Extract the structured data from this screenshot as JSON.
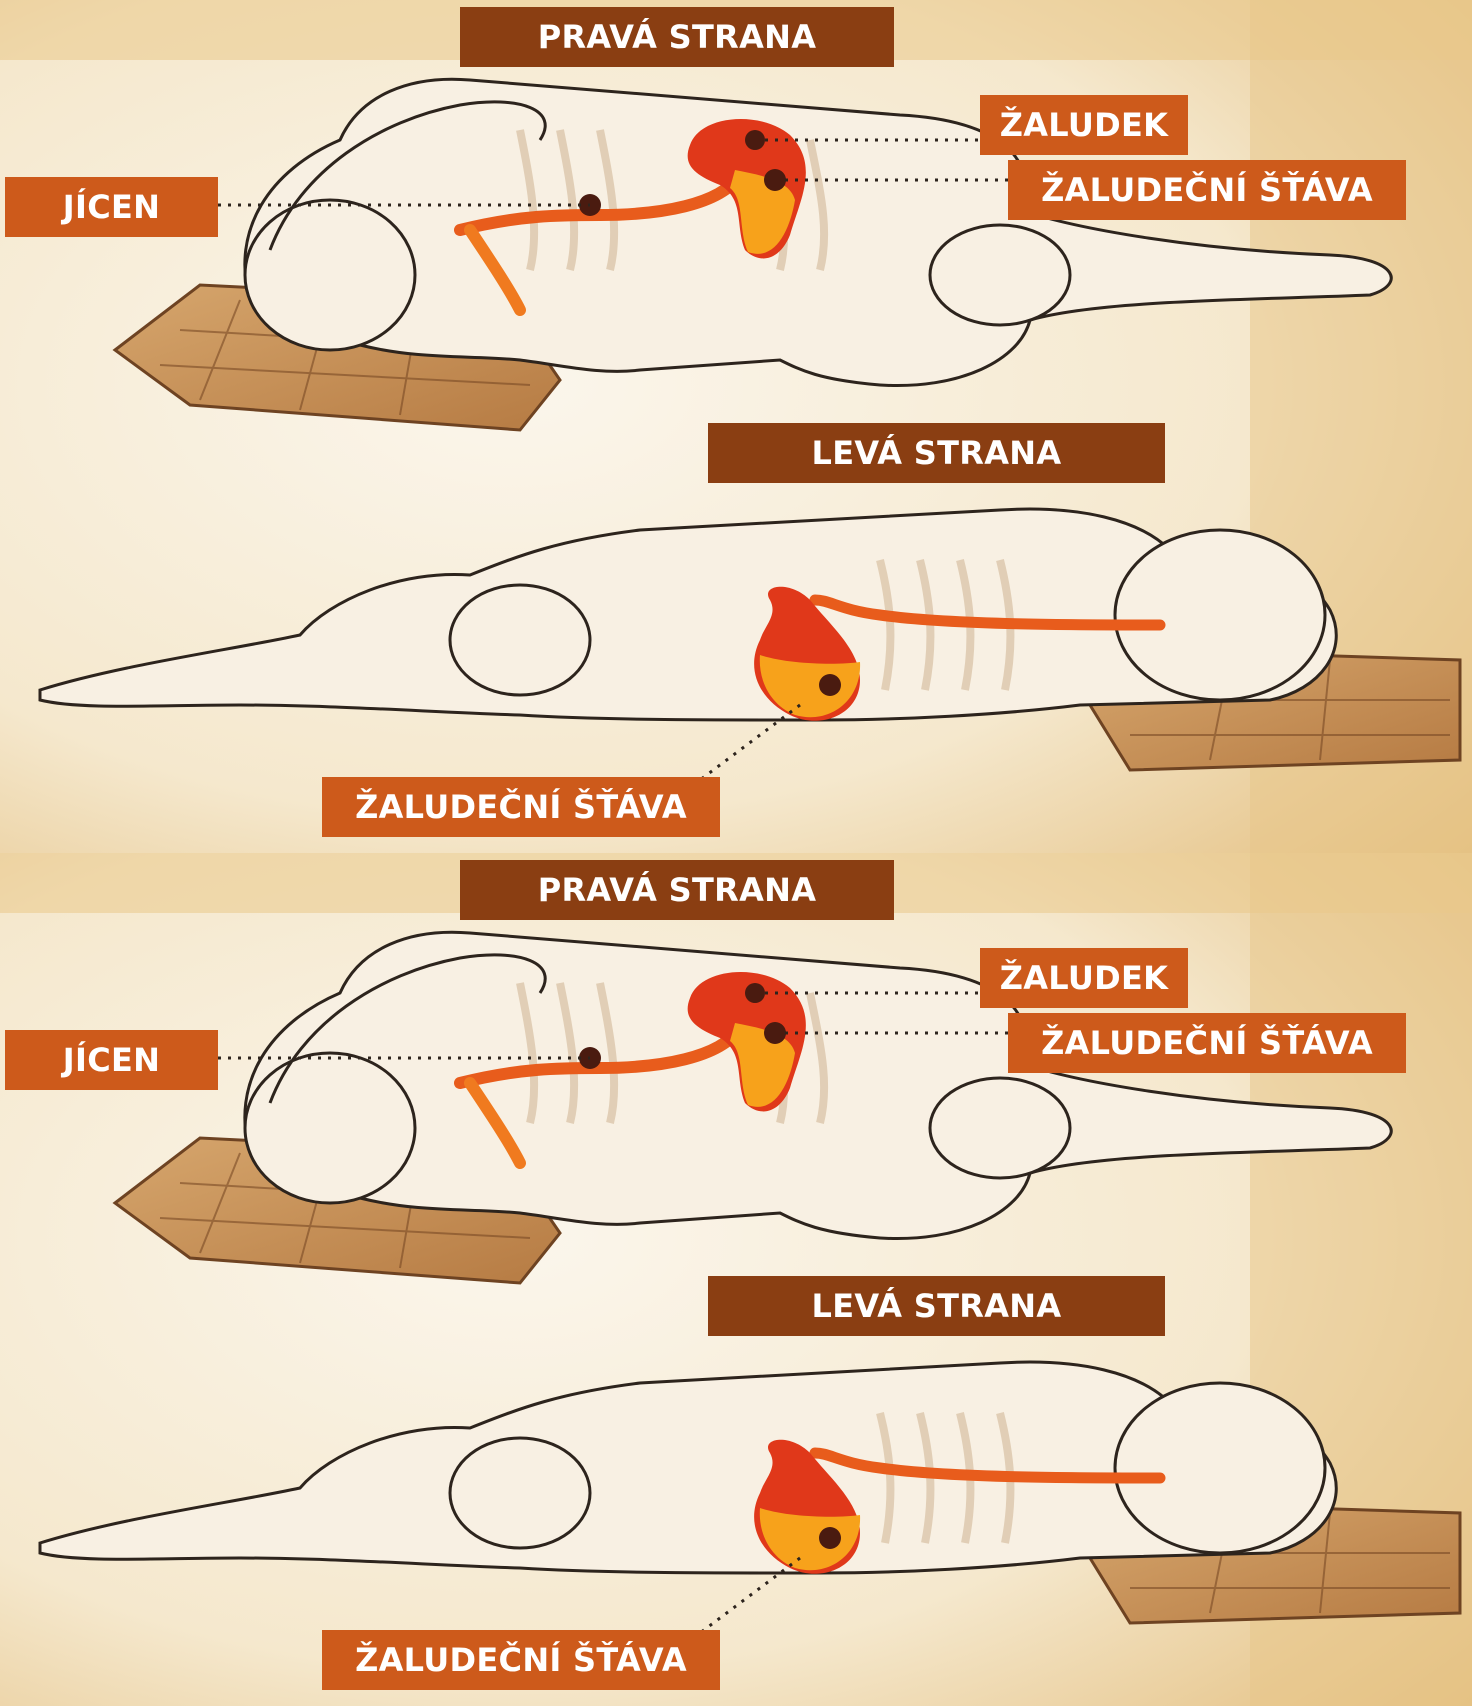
{
  "panels": [
    {
      "right_side_title": "PRAVÁ STRANA",
      "left_side_title": "LEVÁ STRANA",
      "labels": {
        "esophagus": "JÍCEN",
        "stomach": "ŽALUDEK",
        "gastric_juice_top": "ŽALUDEČNÍ ŠŤÁVA",
        "gastric_juice_bottom": "ŽALUDEČNÍ ŠŤÁVA"
      }
    },
    {
      "right_side_title": "PRAVÁ STRANA",
      "left_side_title": "LEVÁ STRANA",
      "labels": {
        "esophagus": "JÍCEN",
        "stomach": "ŽALUDEK",
        "gastric_juice_top": "ŽALUDEČNÍ ŠŤÁVA",
        "gastric_juice_bottom": "ŽALUDEČNÍ ŠŤÁVA"
      }
    }
  ],
  "colors": {
    "title_bg": "#8a3e12",
    "label_bg": "#cd5a1b",
    "sand_background": "#e8c98c",
    "body_fill": "#f7efe2",
    "stomach_red": "#e0381a",
    "gastric_juice_yellow": "#f7a21b",
    "pillow": "#c9935a"
  }
}
